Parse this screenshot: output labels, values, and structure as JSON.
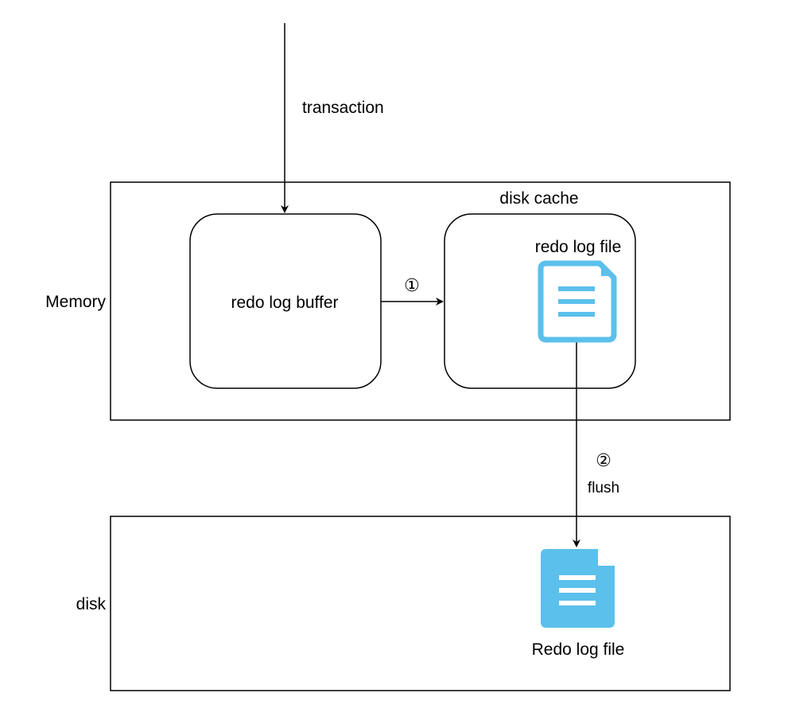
{
  "labels": {
    "transaction": "transaction",
    "disk_cache": "disk cache",
    "memory": "Memory",
    "redo_log_buffer": "redo log buffer",
    "redo_log_file_cache": "redo log file",
    "step1": "①",
    "step2": "②",
    "flush": "flush",
    "disk": "disk",
    "redo_log_file_disk": "Redo log file"
  },
  "icons": {
    "cache_file": "document-icon",
    "disk_file": "document-icon"
  },
  "colors": {
    "file_icon_cache_stroke": "#5bc0eb",
    "file_icon_disk_fill": "#5bc0eb",
    "line": "#000000"
  }
}
